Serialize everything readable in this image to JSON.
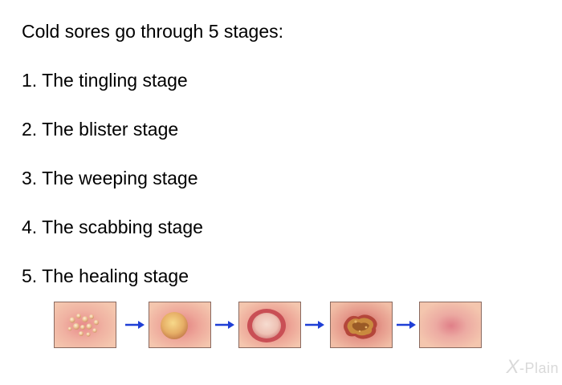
{
  "heading": "Cold sores go through 5 stages:",
  "stages": [
    "1. The tingling stage",
    "2. The blister stage",
    "3. The weeping stage",
    "4. The scabbing stage",
    "5. The healing stage"
  ],
  "colors": {
    "skin": "#f2c0a8",
    "inflamed": "#e07a7a",
    "arrow": "#1f3fd6"
  },
  "logo": {
    "mark": "X",
    "text": "-Plain"
  }
}
